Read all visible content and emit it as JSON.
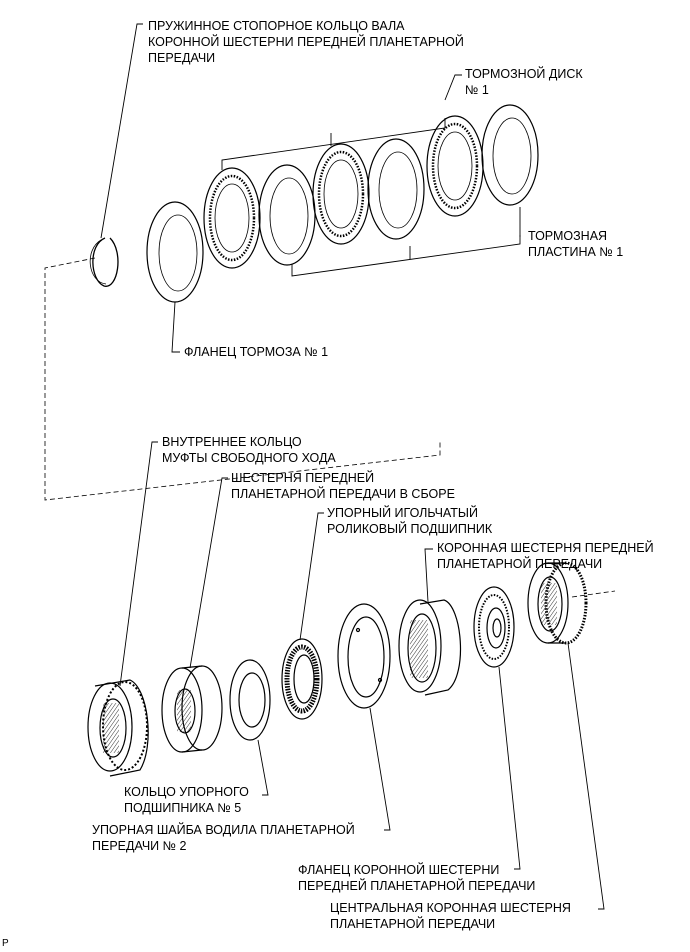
{
  "labels": {
    "snap_ring": [
      "ПРУЖИННОЕ СТОПОРНОЕ КОЛЬЦО ВАЛА",
      "КОРОННОЙ ШЕСТЕРНИ ПЕРЕДНЕЙ ПЛАНЕТАРНОЙ",
      "ПЕРЕДАЧИ"
    ],
    "brake_disc": [
      "ТОРМОЗНОЙ ДИСК",
      "№ 1"
    ],
    "brake_plate": [
      "ТОРМОЗНАЯ",
      "ПЛАСТИНА № 1"
    ],
    "brake_flange": [
      "ФЛАНЕЦ ТОРМОЗА № 1"
    ],
    "one_way_clutch_race": [
      "ВНУТРЕННЕЕ КОЛЬЦО",
      "МУФТЫ СВОБОДНОГО ХОДА"
    ],
    "planetary_gear_assy": [
      "ШЕСТЕРНЯ ПЕРЕДНЕЙ",
      "ПЛАНЕТАРНОЙ ПЕРЕДАЧИ В СБОРЕ"
    ],
    "needle_bearing": [
      "УПОРНЫЙ ИГОЛЬЧАТЫЙ",
      "РОЛИКОВЫЙ ПОДШИПНИК"
    ],
    "ring_gear": [
      "КОРОННАЯ ШЕСТЕРНЯ ПЕРЕДНЕЙ",
      "ПЛАНЕТАРНОЙ ПЕРЕДАЧИ"
    ],
    "bearing_race": [
      "КОЛЬЦО УПОРНОГО",
      "ПОДШИПНИКА № 5"
    ],
    "thrust_washer": [
      "УПОРНАЯ ШАЙБА ВОДИЛА ПЛАНЕТАРНОЙ",
      "ПЕРЕДАЧИ № 2"
    ],
    "ring_gear_flange": [
      "ФЛАНЕЦ КОРОННОЙ ШЕСТЕРНИ",
      "ПЕРЕДНЕЙ ПЛАНЕТАРНОЙ ПЕРЕДАЧИ"
    ],
    "sun_gear": [
      "ЦЕНТРАЛЬНАЯ КОРОННАЯ ШЕСТЕРНЯ",
      "ПЛАНЕТАРНОЙ ПЕРЕДАЧИ"
    ]
  },
  "corner_mark": "P"
}
